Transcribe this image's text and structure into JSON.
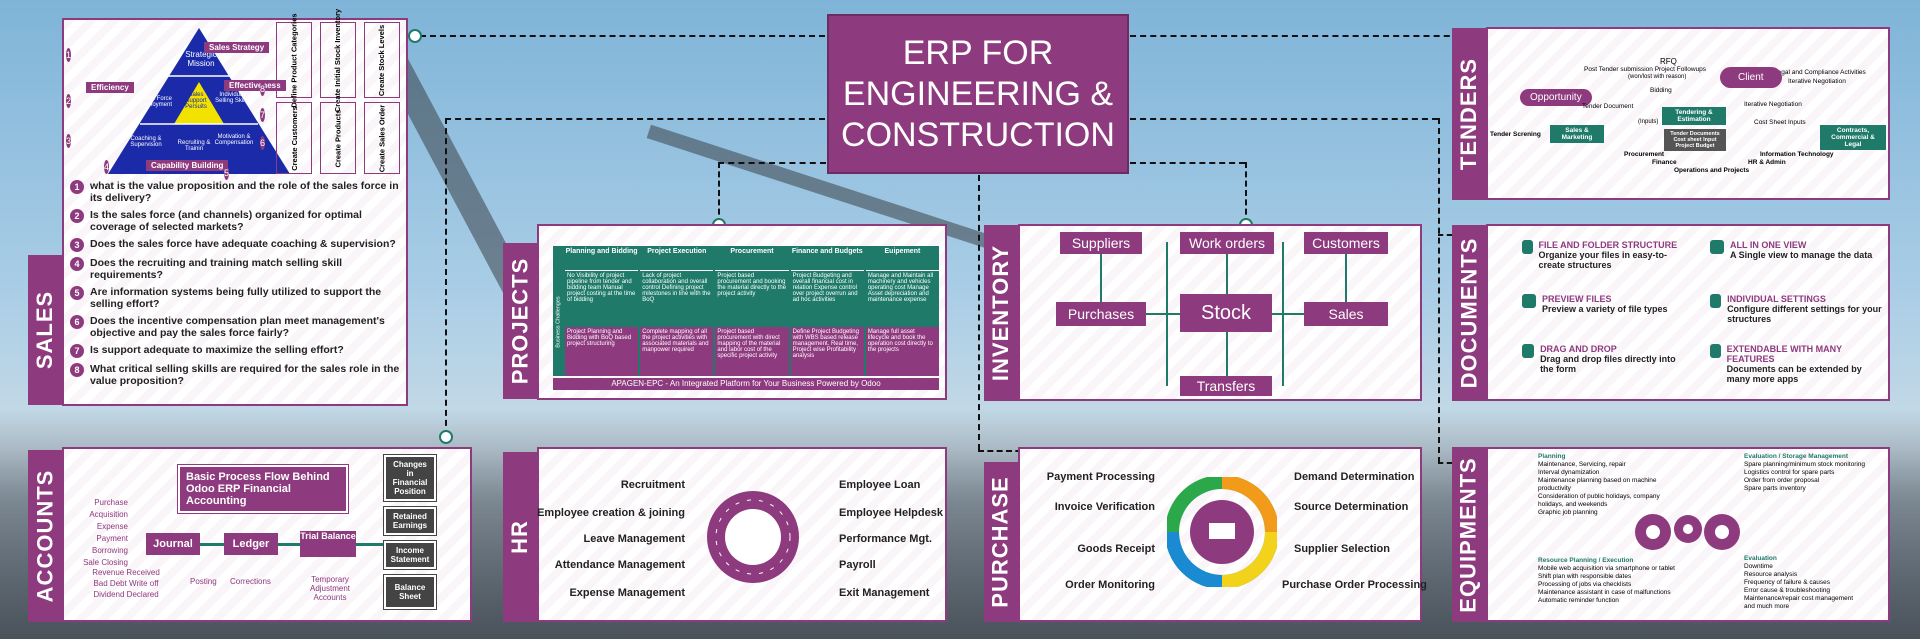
{
  "title": "ERP FOR ENGINEERING & CONSTRUCTION",
  "sections": {
    "sales": "SALES",
    "projects": "PROJECTS",
    "inventory": "INVENTORY",
    "tenders": "TENDERS",
    "documents": "DOCUMENTS",
    "accounts": "ACCOUNTS",
    "hr": "HR",
    "purchase": "PURCHASE",
    "equipments": "EQUIPMENTS"
  },
  "sales": {
    "strategy": "Sales Strategy",
    "mission": "Strategic Mission",
    "efficiency": "Efficiency",
    "effectiveness": "Effectiveness",
    "capability": "Capability Building",
    "inner": [
      "Sales Force Deployment",
      "Sales Support Persuits",
      "Individual Selling Skills",
      "Coaching & Supervision",
      "Recruiting & Trainin",
      "Motivation & Compensation"
    ],
    "columns": [
      "Define Product Categories",
      "Create Initial Stock Inventory",
      "Create Stock Levels",
      "Create Customers",
      "Create Products",
      "Create Sales Order"
    ],
    "numbers": [
      "1",
      "2",
      "3",
      "4",
      "5",
      "6",
      "7",
      "8"
    ],
    "questions": [
      "what is the value proposition and the role of the sales force in its delivery?",
      "Is the sales force (and channels) organized  for optimal coverage of  selected markets?",
      "Does the sales force have adequate coaching & supervision?",
      "Does the recruiting and training match selling skill requirements?",
      "Are information systems being fully utilized to support the selling effort?",
      "Does the incentive compensation plan meet management's objective and pay the sales force fairly?",
      "Is support adequate to maximize the selling effort?",
      "What critical selling skills are required for the sales  role in the value proposition?"
    ]
  },
  "projects": {
    "side": "Business Challenges",
    "side2": "APAGEN-EPC",
    "headers": [
      "Planning and Bidding",
      "Project Execution",
      "Procurement",
      "Finance and Budgets",
      "Euipement"
    ],
    "challenges": [
      "No Visibility of project pipeline from tender and bidding team Manual project costing at the time of bidding",
      "Lack of project collaboration and overall control Defining project milestones in line with the BoQ",
      "Project based procurement and booking the material directly to the project activity",
      "Project Budgeting and overall financial cost in relation Expense control over project overrun and ad hoc activities",
      "Manage and Maintain all machinery and vehicles operating cost Manage Asset depreciation and maintenance expense"
    ],
    "solutions": [
      "Project Planning and Bidding with BoQ based project structuring",
      "Complete mapping of all the project activities with associated materials and manpower required",
      "Project based procurement with direct mapping of the material and labor cost of the specific project activity",
      "Define Project Budgeting with WBS based release management. Real time, Project wise Profitability analysis",
      "Manage full asset lifecycle and book the operation cost directly to the projects"
    ],
    "footer": "APAGEN-EPC - An Integrated Platform for Your Business Powered by Odoo"
  },
  "inventory": {
    "suppliers": "Suppliers",
    "work_orders": "Work orders",
    "customers": "Customers",
    "purchases": "Purchases",
    "stock": "Stock",
    "sales": "Sales",
    "transfers": "Transfers"
  },
  "tenders": {
    "rfq": "RFQ",
    "post_tender": "Post Tender submission Project Followups",
    "won_lost": "(won/lost with reason)",
    "legal": "Legal and Compliance Activities",
    "iterative": "Iterative Negotiation",
    "opportunity": "Opportunity",
    "client": "Client",
    "bidding": "Bidding",
    "tender_doc": "Tender Document",
    "inputs": "(Inputs)",
    "tendering": "Tendering & Estimation",
    "iterative2": "Iterative Negotiation",
    "cost_sheet": "Cost Sheet Inputs",
    "tender_screening": "Tender Screning",
    "sales_marketing": "Sales & Marketing",
    "tender_documents": "Tender Documents Cost sheet Input Project Budget",
    "contracts": "Contracts, Commercial & Legal",
    "procurement": "Procurement",
    "finance": "Finance",
    "it": "Information Technology",
    "hr_admin": "HR & Admin",
    "ops": "Operations and Projects"
  },
  "documents": [
    {
      "h": "FILE AND FOLDER STRUCTURE",
      "t": "Organize your files in easy-to-create structures",
      "icon": "folder-icon"
    },
    {
      "h": "ALL IN ONE VIEW",
      "t": "A Single view to manage the data",
      "icon": "eye-icon"
    },
    {
      "h": "PREVIEW FILES",
      "t": "Preview a variety of file types",
      "icon": "preview-icon"
    },
    {
      "h": "INDIVIDUAL SETTINGS",
      "t": "Configure different settings for your structures",
      "icon": "settings-icon"
    },
    {
      "h": "DRAG AND DROP",
      "t": "Drag and drop files directly into the form",
      "icon": "drag-drop-icon"
    },
    {
      "h": "EXTENDABLE WITH MANY FEATURES",
      "t": "Documents can be extended by many more apps",
      "icon": "expand-icon"
    }
  ],
  "accounts": {
    "heading": "Basic Process Flow Behind Odoo ERP Financial Accounting",
    "inputs": [
      "Purchase",
      "Acquisition",
      "Expense",
      "Payment",
      "Borrowing",
      "Sale Closing"
    ],
    "bottom_inputs": [
      "Revenue Received",
      "Bad Debt Write off",
      "Dividend Declared"
    ],
    "journal": "Journal",
    "ledger": "Ledger",
    "trial": "Trial Balance",
    "posting": "Posting",
    "corrections": "Corrections",
    "temp": "Temporary Adjustment Accounts",
    "stack": [
      "Changes in Financial Position",
      "Retained Earnings",
      "Income Statement",
      "Balance Sheet"
    ]
  },
  "hr": {
    "left": [
      "Recruitment",
      "Employee creation & joining",
      "Leave Management",
      "Attendance Management",
      "Expense Management"
    ],
    "right": [
      "Employee Loan",
      "Employee Helpdesk",
      "Performance Mgt.",
      "Payroll",
      "Exit Management"
    ]
  },
  "purchase": {
    "left": [
      "Payment Processing",
      "Invoice Verification",
      "Goods Receipt",
      "Order Monitoring"
    ],
    "right": [
      "Demand Determination",
      "Source Determination",
      "Supplier Selection",
      "Purchase Order Processing"
    ]
  },
  "equipments": {
    "planning_h": "Planning",
    "planning": [
      "Maintenance, Servicing, repair",
      "Interval dynamization",
      "Maintenance planning based on machine productivity",
      "Consideration of public holidays, company holidays, and weekends",
      "Graphic job planning"
    ],
    "storage_h": "Evaluation / Storage Management",
    "storage": [
      "Spare planning/minimum stock monitoring",
      "Logistics control for spare parts",
      "Order from order proposal",
      "Spare parts inventory"
    ],
    "exec_h": "Resource Planning / Execution",
    "exec": [
      "Mobile web acquisition via smartphone or tablet",
      "Shift plan with responsible dates",
      "Processing of jobs via checklists",
      "Maintenance assistant in case of malfunctions",
      "Automatic reminder function"
    ],
    "eval_h": "Evaluation",
    "eval": [
      "Downtime",
      "Resource analysis",
      "Frequency of failure & causes",
      "Error cause & troubleshooting",
      "Maintenance/repair cost management",
      "and much more"
    ]
  },
  "colors": {
    "magenta": "#8e3a7e",
    "teal": "#1f7a6a",
    "navy": "#1a2aa8",
    "yellow": "#f2e200"
  }
}
